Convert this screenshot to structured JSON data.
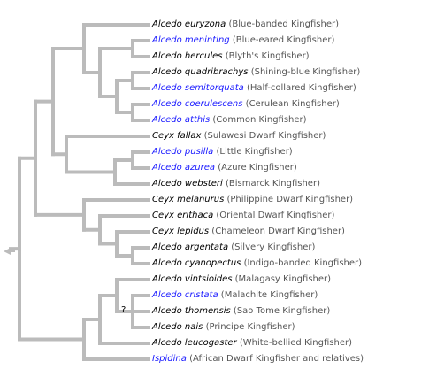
{
  "colors": {
    "branch": "#bbbbbb",
    "link": "#1a1aff",
    "text": "#000000",
    "common": "#555555"
  },
  "root_arrow_icon": "left-triangle-arrow",
  "question_mark": "?",
  "leaves": [
    {
      "sci": "Alcedo euryzona",
      "common": "(Blue-banded Kingfisher)",
      "link": false
    },
    {
      "sci": "Alcedo meninting",
      "common": "(Blue-eared Kingfisher)",
      "link": true
    },
    {
      "sci": "Alcedo hercules",
      "common": "(Blyth's Kingfisher)",
      "link": false
    },
    {
      "sci": "Alcedo quadribrachys",
      "common": "(Shining-blue Kingfisher)",
      "link": false
    },
    {
      "sci": "Alcedo semitorquata",
      "common": "(Half-collared Kingfisher)",
      "link": true
    },
    {
      "sci": "Alcedo coerulescens",
      "common": "(Cerulean Kingfisher)",
      "link": true
    },
    {
      "sci": "Alcedo atthis",
      "common": "(Common Kingfisher)",
      "link": true
    },
    {
      "sci": "Ceyx fallax",
      "common": "(Sulawesi Dwarf Kingfisher)",
      "link": false
    },
    {
      "sci": "Alcedo pusilla",
      "common": "(Little Kingfisher)",
      "link": true
    },
    {
      "sci": "Alcedo azurea",
      "common": "(Azure Kingfisher)",
      "link": true
    },
    {
      "sci": "Alcedo websteri",
      "common": "(Bismarck Kingfisher)",
      "link": false
    },
    {
      "sci": "Ceyx melanurus",
      "common": "(Philippine Dwarf Kingfisher)",
      "link": false
    },
    {
      "sci": "Ceyx erithaca",
      "common": "(Oriental Dwarf Kingfisher)",
      "link": false
    },
    {
      "sci": "Ceyx lepidus",
      "common": "(Chameleon Dwarf Kingfisher)",
      "link": false
    },
    {
      "sci": "Alcedo argentata",
      "common": "(Silvery Kingfisher)",
      "link": false
    },
    {
      "sci": "Alcedo cyanopectus",
      "common": "(Indigo-banded Kingfisher)",
      "link": false
    },
    {
      "sci": "Alcedo vintsioides",
      "common": "(Malagasy Kingfisher)",
      "link": false
    },
    {
      "sci": "Alcedo cristata",
      "common": "(Malachite Kingfisher)",
      "link": true
    },
    {
      "sci": "Alcedo thomensis",
      "common": "(Sao Tome Kingfisher)",
      "link": false
    },
    {
      "sci": "Alcedo nais",
      "common": "(Principe Kingfisher)",
      "link": false
    },
    {
      "sci": "Alcedo leucogaster",
      "common": "(White-bellied Kingfisher)",
      "link": false
    },
    {
      "sci": "Ispidina",
      "common": "(African Dwarf Kingfisher and relatives)",
      "link": true
    }
  ]
}
